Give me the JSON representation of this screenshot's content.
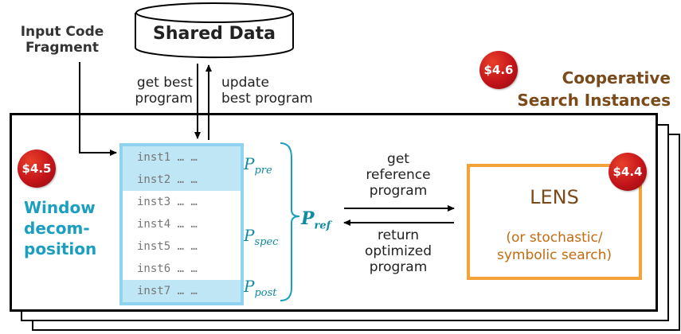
{
  "shared_data": {
    "label": "Shared Data"
  },
  "input": {
    "line1": "Input Code",
    "line2": "Fragment"
  },
  "get_best": {
    "line1": "get best",
    "line2": "program"
  },
  "update_best": {
    "line1": "update",
    "line2": "best program"
  },
  "badges": {
    "s46": "$4.6",
    "s45": "$4.5",
    "s44": "$4.4"
  },
  "cooperative": {
    "line1": "Cooperative",
    "line2": "Search Instances"
  },
  "window": {
    "line1": "Window",
    "line2": "decom-",
    "line3": "position"
  },
  "instructions": [
    {
      "text": "inst1 … …"
    },
    {
      "text": "inst2 … …"
    },
    {
      "text": "inst3 … …"
    },
    {
      "text": "inst4 … …"
    },
    {
      "text": "inst5 … …"
    },
    {
      "text": "inst6 … …"
    },
    {
      "text": "inst7 … …"
    }
  ],
  "p_labels": {
    "P": "P",
    "pre": "pre",
    "spec": "spec",
    "post": "post",
    "ref": "ref"
  },
  "get_ref": {
    "line1": "get",
    "line2": "reference",
    "line3": "program"
  },
  "return_opt": {
    "line1": "return",
    "line2": "optimized",
    "line3": "program"
  },
  "lens": {
    "title": "LENS",
    "line1": "(or stochastic/",
    "line2": "symbolic search)"
  },
  "colors": {
    "teal": "#1a9fbf",
    "light_blue": "#8fd3f0",
    "highlight": "#bfe6f5",
    "orange": "#f3a33a",
    "red": "#c4141a",
    "brown": "#7a4a1a"
  }
}
